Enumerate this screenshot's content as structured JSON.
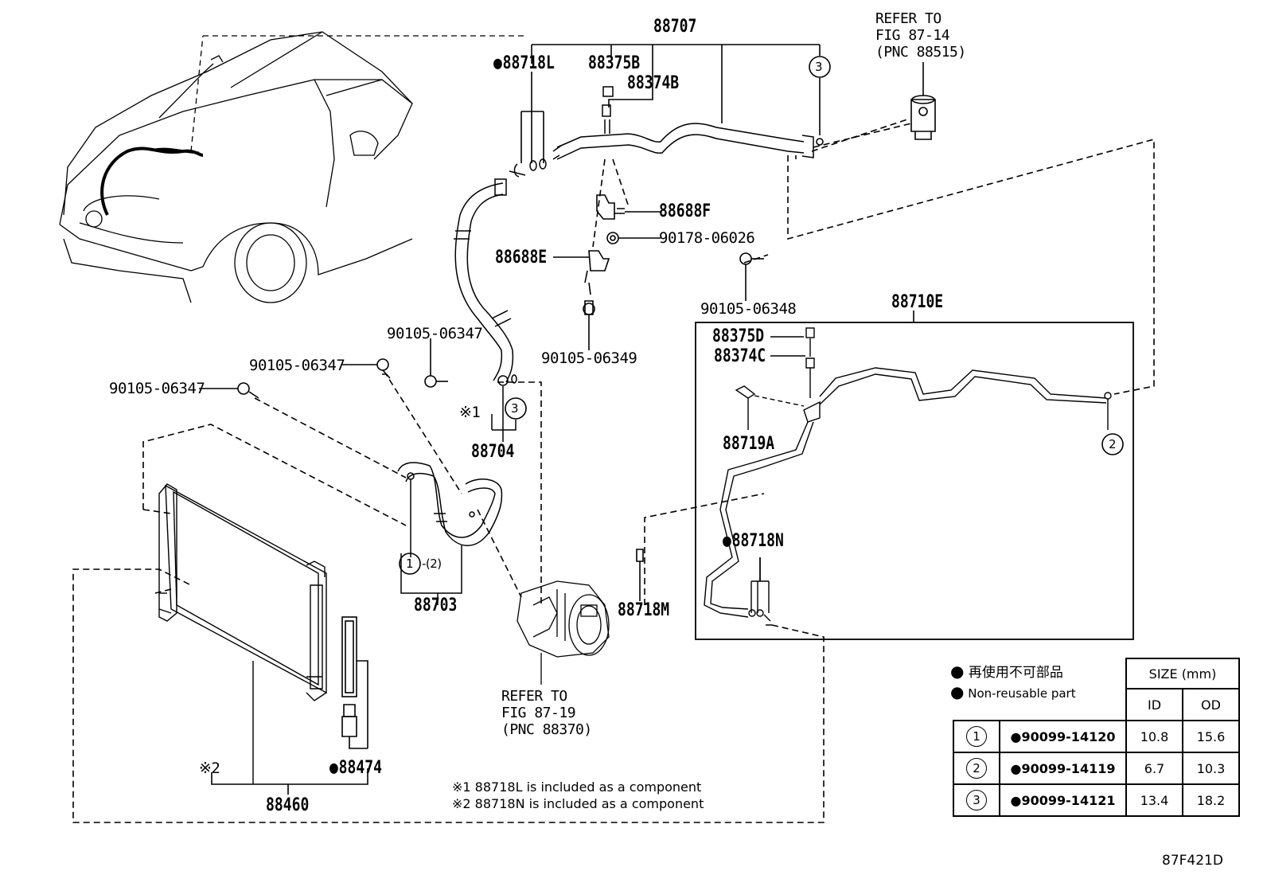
{
  "labels": {
    "p88707": "88707",
    "p88718L": "88718L",
    "p88375B": "88375B",
    "p88374B": "88374B",
    "refer_top": "REFER TO\nFIG 87-14\n(PNC 88515)",
    "p88688F": "88688F",
    "p90178": "90178-06026",
    "p88688E": "88688E",
    "p90105_06348": "90105-06348",
    "p90105_06349": "90105-06349",
    "p88710E": "88710E",
    "p88375D": "88375D",
    "p88374C": "88374C",
    "p88719A": "88719A",
    "p90105_06347_a": "90105-06347",
    "p90105_06347_b": "90105-06347",
    "p90105_06347_c": "90105-06347",
    "p88704": "88704",
    "note_mark1": "※1",
    "p88703": "88703",
    "circle1_range": "-(2)",
    "refer_bottom": "REFER TO\nFIG 87-19\n(PNC 88370)",
    "p88718M": "88718M",
    "p88718N": "88718N",
    "p88460": "88460",
    "note_mark2": "※2",
    "p88474": "88474",
    "circle_1": "1",
    "circle_2": "2",
    "circle_3a": "3",
    "circle_3b": "3"
  },
  "notes": {
    "note1": "※1 88718L is included as a component",
    "note2": "※2 88718N is included as a component"
  },
  "legend": {
    "jp": "再使用不可部品",
    "en": "Non-reusable part",
    "size_header": "SIZE (mm)",
    "col_id": "ID",
    "col_od": "OD",
    "rows": [
      {
        "num": "1",
        "part": "90099-14120",
        "id": "10.8",
        "od": "15.6"
      },
      {
        "num": "2",
        "part": "90099-14119",
        "id": "6.7",
        "od": "10.3"
      },
      {
        "num": "3",
        "part": "90099-14121",
        "id": "13.4",
        "od": "18.2"
      }
    ]
  },
  "figure_code": "87F421D"
}
